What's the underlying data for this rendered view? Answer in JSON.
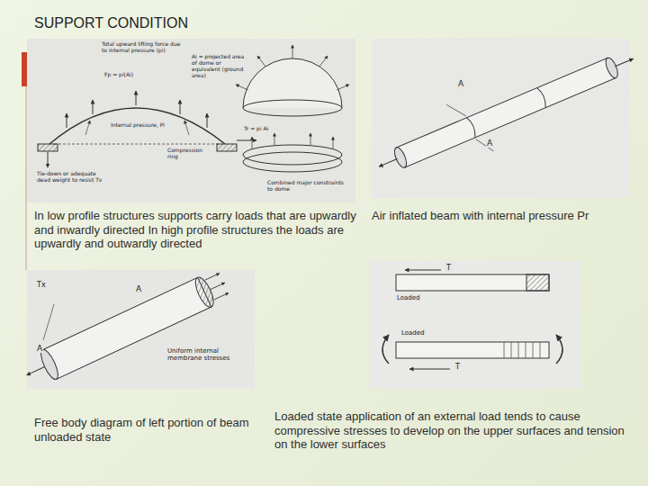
{
  "diagram": {
    "title": "SUPPORT CONDITION",
    "labels": [
      "Total upward lifting force due to internal pressure (pi)",
      "Fp = pi(Ai)",
      "Ai = projected area of dome or equivalent (ground area)",
      "Internal pressure, Pi",
      "Tr = pi Ai",
      "Compression ring",
      "Tie-down or adequate dead weight to resist Tv",
      "Combined major constraints to dome",
      "In low profile structures supports carry loads that are upwardly and inwardly directed In high profile structures the loads are upwardly and outwardly directed",
      "A",
      "A",
      "Air inflated beam with internal pressure Pr",
      "T",
      "Loaded",
      "T",
      "Loaded",
      "Tx",
      "A",
      "A",
      "Uniform internal membrane stresses",
      "Free body diagram of left portion of beam unloaded state",
      "Loaded state application of an external load tends to cause compressive stresses to develop on the upper surfaces and tension on the lower surfaces"
    ]
  }
}
